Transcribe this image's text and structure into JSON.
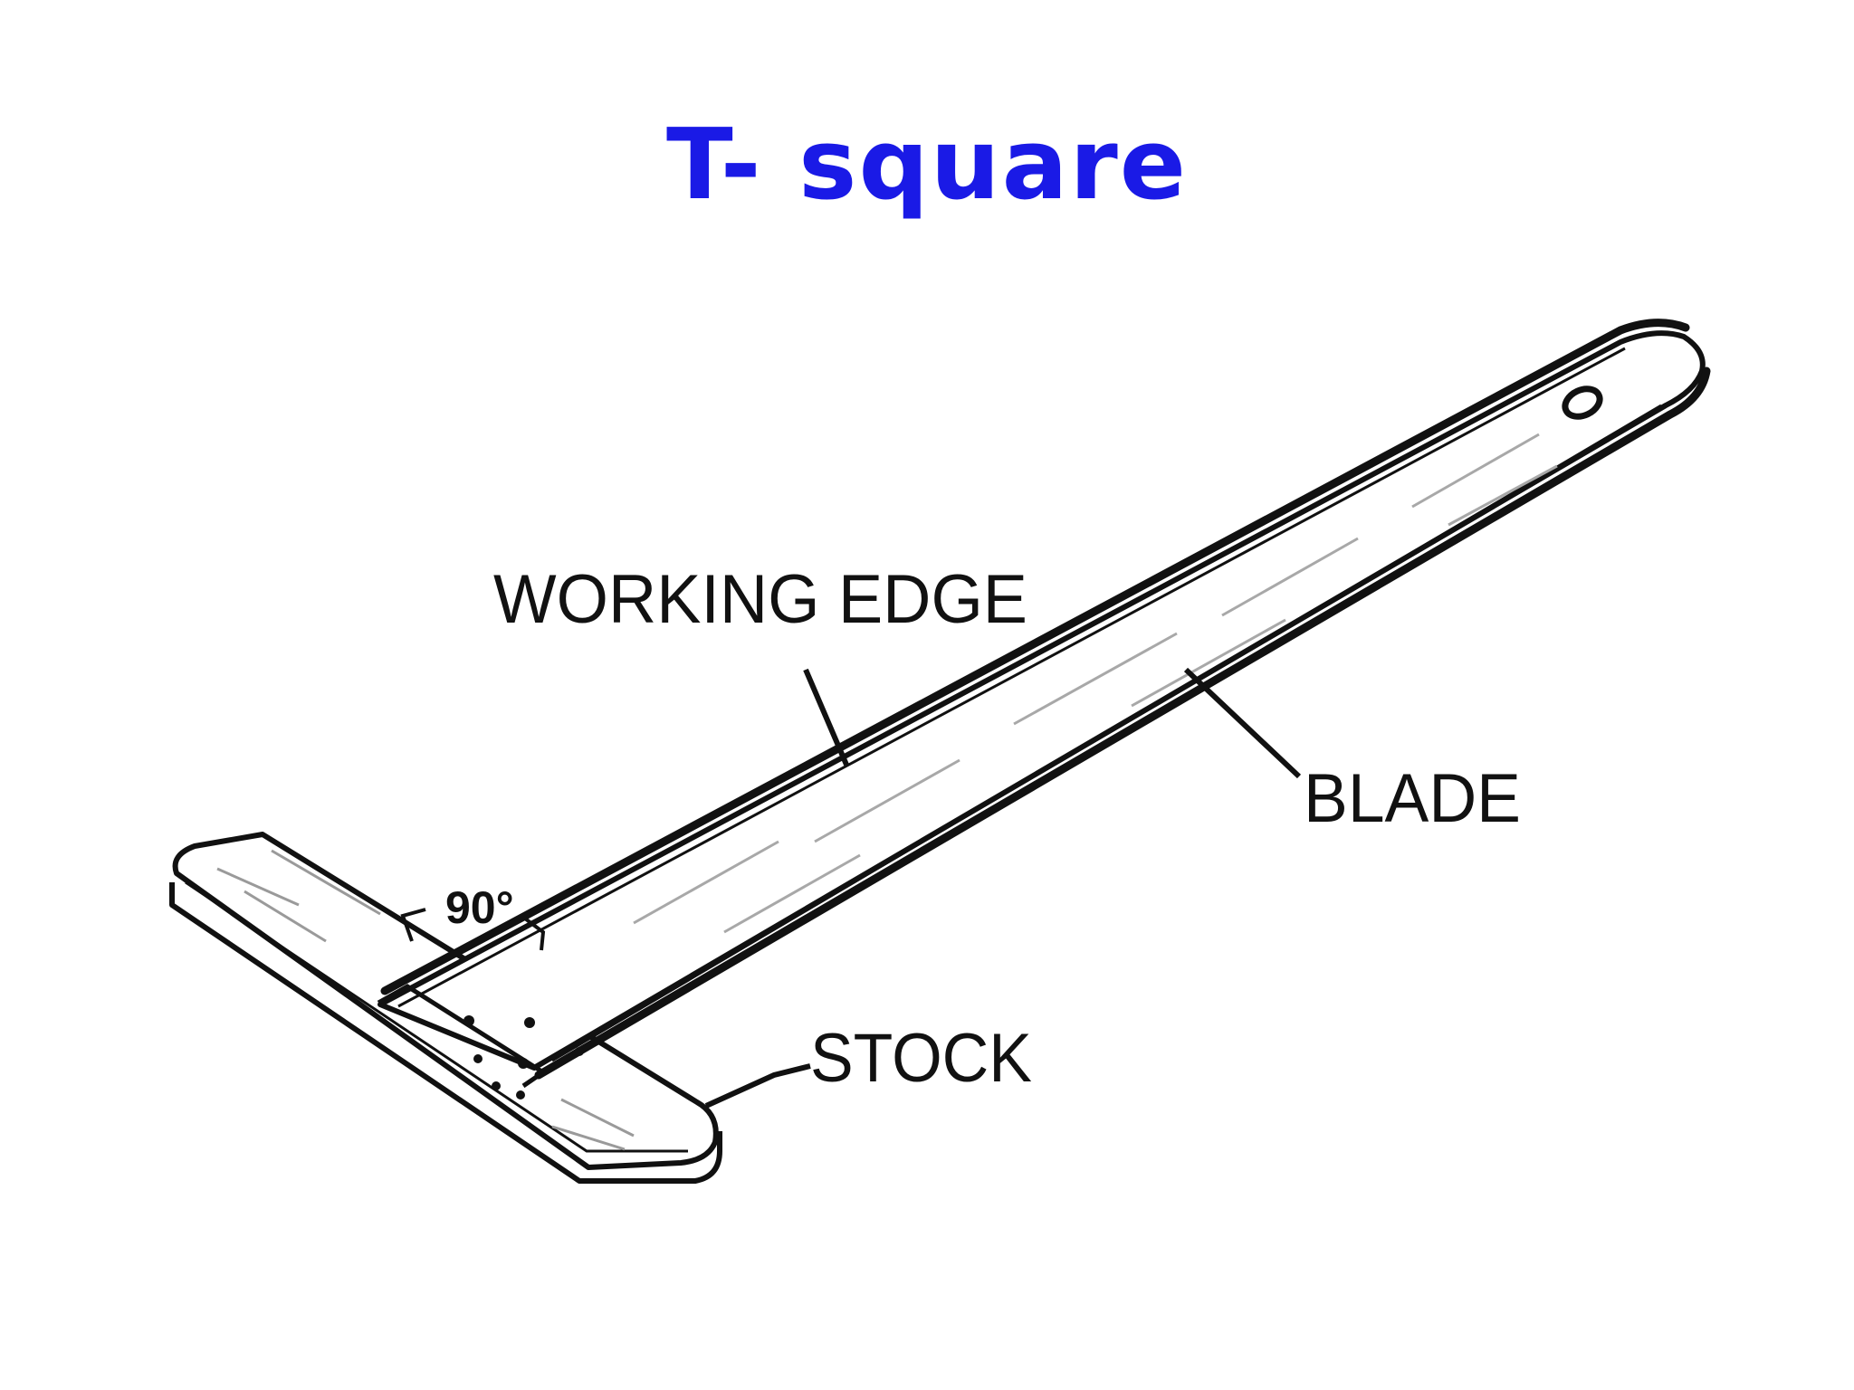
{
  "title": "T- square",
  "labels": {
    "working_edge": "WORKING EDGE",
    "blade": "BLADE",
    "stock": "STOCK",
    "angle": "90°"
  },
  "colors": {
    "title": "#1a1ae6",
    "line": "#111111",
    "background": "#ffffff"
  }
}
